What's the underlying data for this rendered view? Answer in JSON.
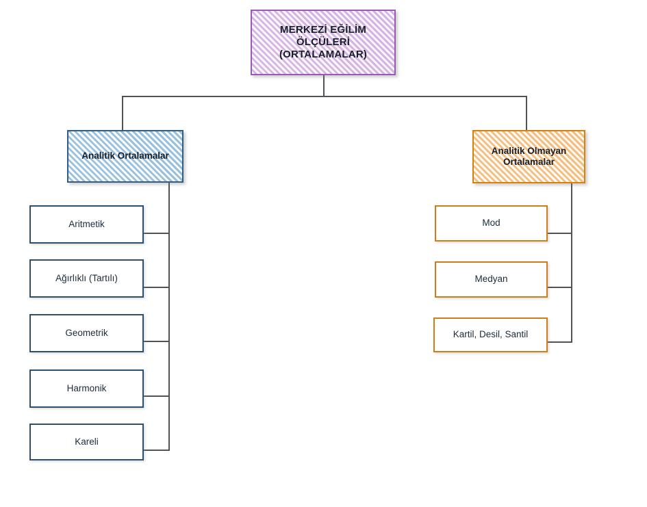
{
  "diagram": {
    "title": "MERKEZİ EĞİLİM ÖLÇÜLERİ (ORTALAMALAR)",
    "language": "tr",
    "root": {
      "label": "MERKEZİ EĞİLİM\nÖLÇÜLERİ\n(ORTALAMALAR)",
      "line1": "MERKEZİ EĞİLİM",
      "line2": "ÖLÇÜLERİ",
      "line3": "(ORTALAMALAR)",
      "color": "#9b59b6",
      "fill": "#e9d7f0"
    },
    "branches": [
      {
        "id": "analitik",
        "label": "Analitik Ortalamalar",
        "line1": "Analitik Ortalamalar",
        "line2": "",
        "color": "#2f5d86",
        "fill": "#dce9f4",
        "children": [
          {
            "label": "Aritmetik"
          },
          {
            "label": "Ağırlıklı (Tartılı)"
          },
          {
            "label": "Geometrik"
          },
          {
            "label": "Harmonik"
          },
          {
            "label": "Kareli"
          }
        ]
      },
      {
        "id": "analitik-olmayan",
        "label": "Analitik Olmayan Ortalamalar",
        "line1": "Analitik Olmayan",
        "line2": "Ortalamalar",
        "color": "#d4810d",
        "fill": "#fbe3c4",
        "children": [
          {
            "label": "Mod"
          },
          {
            "label": "Medyan"
          },
          {
            "label": "Kartil, Desil, Santil"
          }
        ]
      }
    ],
    "connector_color": "#4d5356"
  }
}
